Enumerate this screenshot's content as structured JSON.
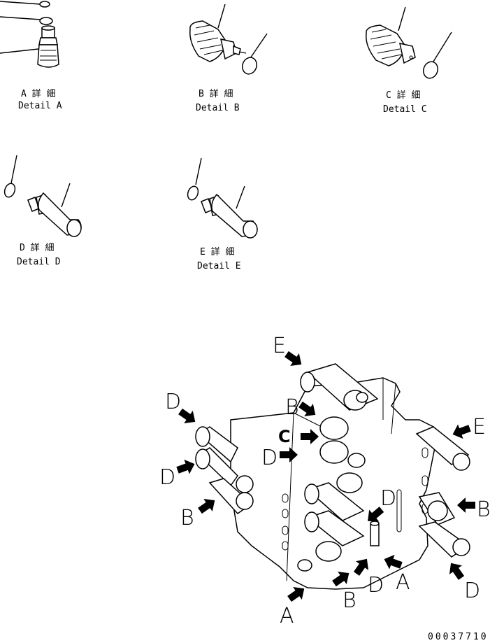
{
  "details": [
    {
      "id": "A",
      "jp": "A 詳 細",
      "en": "Detail A"
    },
    {
      "id": "B",
      "jp": "B 詳 細",
      "en": "Detail B"
    },
    {
      "id": "C",
      "jp": "C 詳 細",
      "en": "Detail C"
    },
    {
      "id": "D",
      "jp": "D 詳 細",
      "en": "Detail D"
    },
    {
      "id": "E",
      "jp": "E 詳 細",
      "en": "Detail E"
    }
  ],
  "callouts": {
    "e_top": "E",
    "d_left1": "D",
    "b_left1": "B",
    "c_mid": "C",
    "d_mid": "D",
    "d_left2": "D",
    "b_left2": "B",
    "e_right": "E",
    "d_right": "D",
    "b_right": "B",
    "a_bottom": "A",
    "b_bottom": "B",
    "d_bottom": "D",
    "a_bottom2": "A",
    "d_bottom2": "D"
  },
  "drawing_number": "00037710"
}
